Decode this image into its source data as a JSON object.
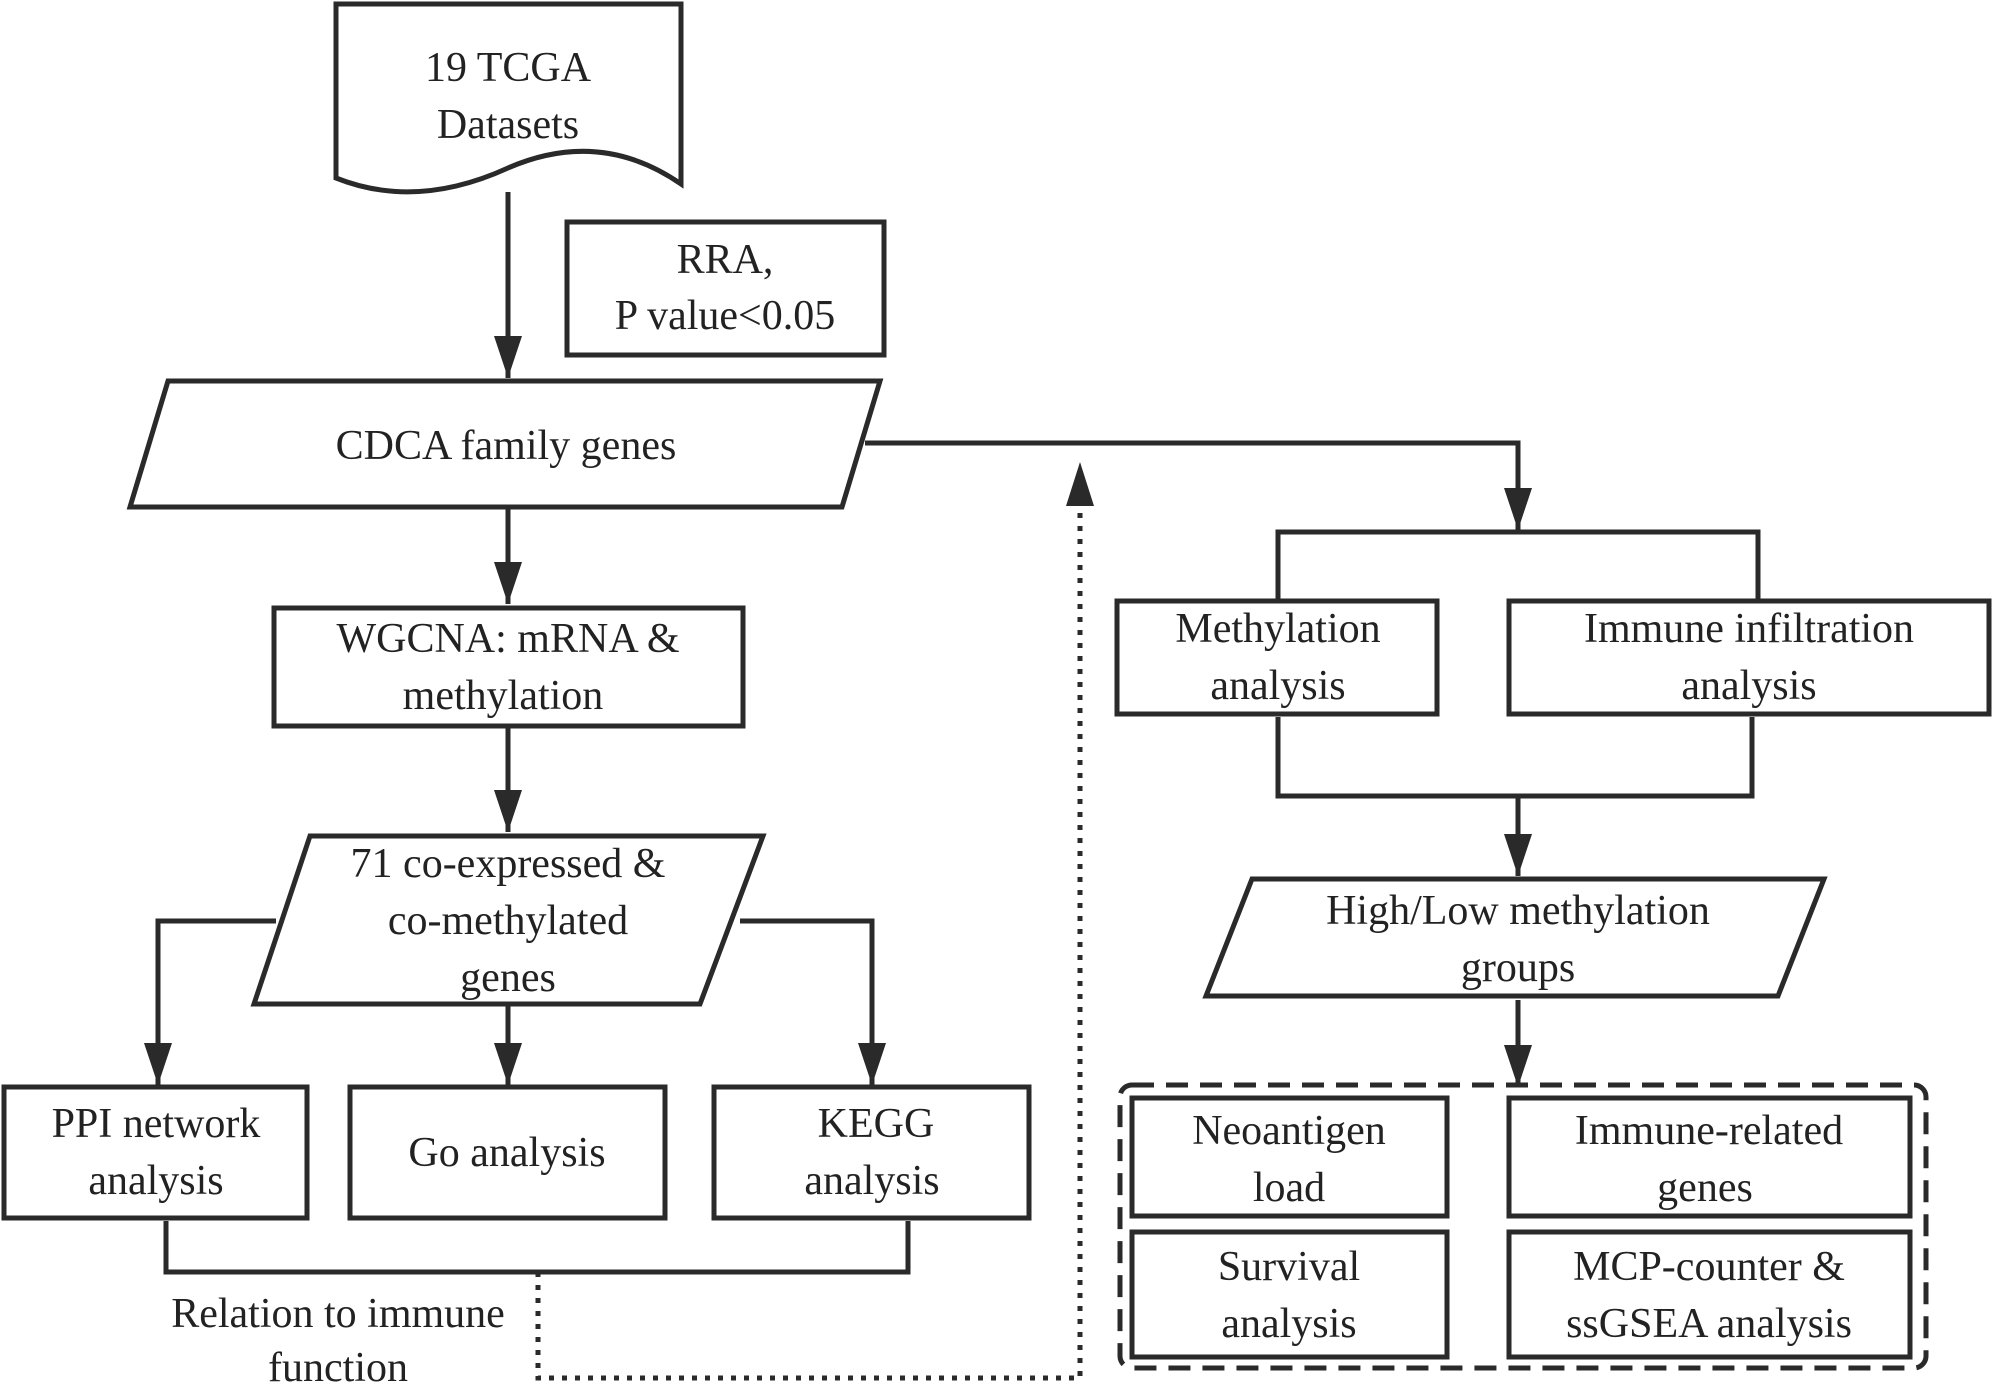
{
  "nodes": {
    "tcga_datasets": {
      "line1": "19 TCGA",
      "line2": "Datasets"
    },
    "rra_criteria": {
      "line1": "RRA,",
      "line2": "P value<0.05"
    },
    "cdca_genes": {
      "line1": "CDCA family genes"
    },
    "wgcna": {
      "line1": "WGCNA: mRNA &",
      "line2": "methylation"
    },
    "coexpressed_genes": {
      "line1": "71 co-expressed &",
      "line2": "co-methylated",
      "line3": "genes"
    },
    "ppi_network": {
      "line1": "PPI network",
      "line2": "analysis"
    },
    "go_analysis": {
      "line1": "Go analysis"
    },
    "kegg_analysis": {
      "line1": "KEGG",
      "line2": "analysis"
    },
    "immune_relation": {
      "line1": "Relation to immune",
      "line2": "function"
    },
    "methylation_analysis": {
      "line1": "Methylation",
      "line2": "analysis"
    },
    "immune_infiltration": {
      "line1": "Immune infiltration",
      "line2": "analysis"
    },
    "methylation_groups": {
      "line1": "High/Low methylation",
      "line2": "groups"
    },
    "neoantigen_load": {
      "line1": "Neoantigen",
      "line2": "load"
    },
    "immune_related_genes": {
      "line1": "Immune-related",
      "line2": "genes"
    },
    "survival_analysis": {
      "line1": "Survival",
      "line2": "analysis"
    },
    "mcp_counter": {
      "line1": "MCP-counter &",
      "line2": "ssGSEA analysis"
    }
  },
  "colors": {
    "stroke": "#2a2a2a",
    "text": "#222222",
    "background": "#ffffff"
  }
}
